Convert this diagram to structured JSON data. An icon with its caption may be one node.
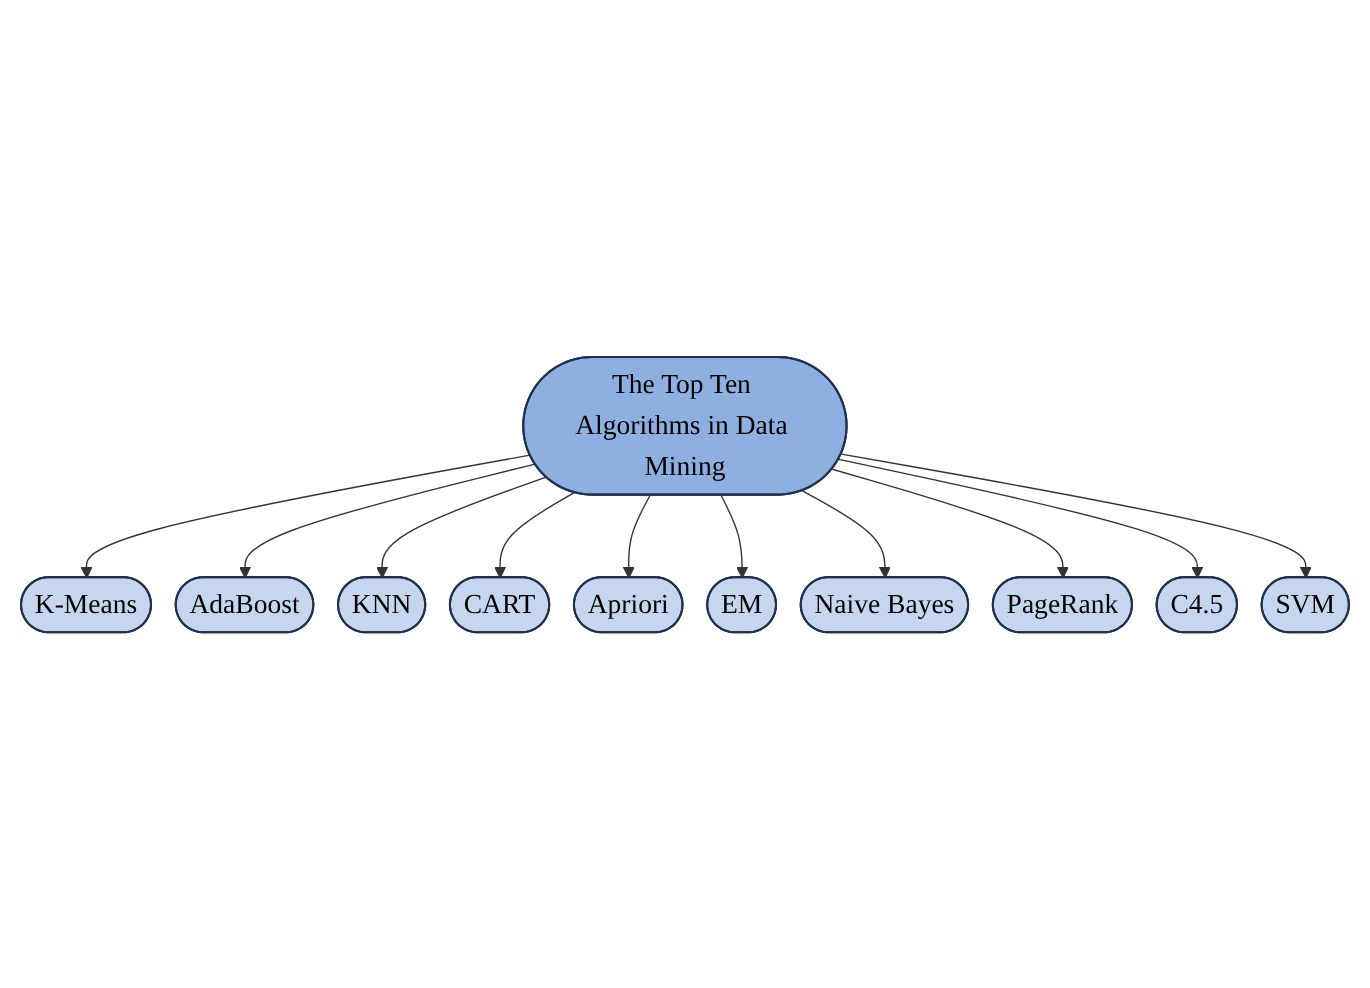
{
  "diagram": {
    "nodes": [
      {
        "text": [
          "The Top Ten Algorithms in Data Mining"
        ]
      },
      {
        "text": [
          "K-Means"
        ]
      },
      {
        "text": [
          "AdaBoost"
        ]
      },
      {
        "text": [
          "KNN"
        ]
      },
      {
        "text": [
          "CART"
        ]
      },
      {
        "text": [
          "Apriori"
        ]
      },
      {
        "text": [
          "EM"
        ]
      },
      {
        "text": [
          "Naive Bayes"
        ]
      },
      {
        "text": [
          "PageRank"
        ]
      },
      {
        "text": [
          "C4.5"
        ]
      },
      {
        "text": [
          "SVM"
        ]
      }
    ],
    "edges": [
      {
        "from": 0,
        "to": 1,
        "arrow": "to"
      },
      {
        "from": 0,
        "to": 2,
        "arrow": "to"
      },
      {
        "from": 0,
        "to": 3,
        "arrow": "to"
      },
      {
        "from": 0,
        "to": 4,
        "arrow": "to"
      },
      {
        "from": 0,
        "to": 5,
        "arrow": "to"
      },
      {
        "from": 0,
        "to": 6,
        "arrow": "to"
      },
      {
        "from": 0,
        "to": 7,
        "arrow": "to"
      },
      {
        "from": 0,
        "to": 8,
        "arrow": "to"
      },
      {
        "from": 0,
        "to": 9,
        "arrow": "to"
      },
      {
        "from": 0,
        "to": 10,
        "arrow": "to"
      }
    ]
  }
}
